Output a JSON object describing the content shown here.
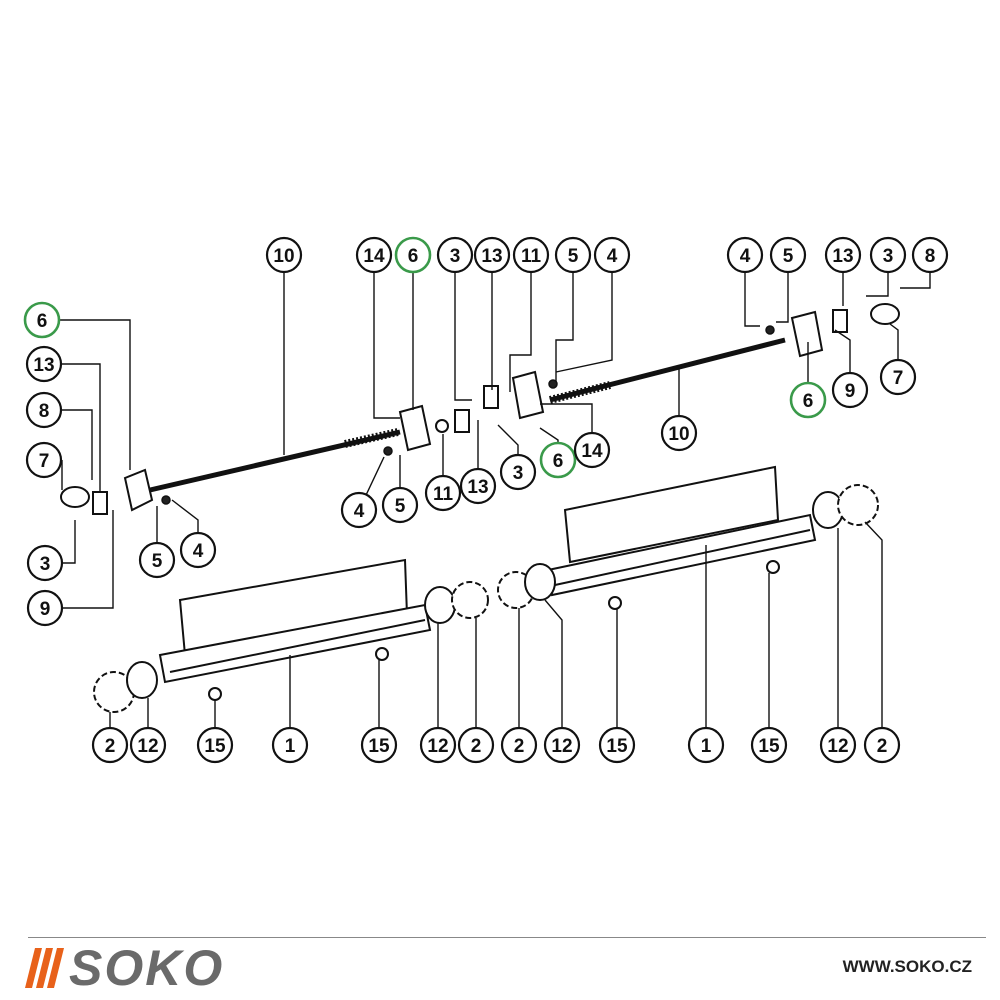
{
  "callouts": [
    {
      "text": "10"
    },
    {
      "text": "14"
    },
    {
      "text": "6"
    },
    {
      "text": "3"
    },
    {
      "text": "13"
    },
    {
      "text": "11"
    },
    {
      "text": "5"
    },
    {
      "text": "4"
    },
    {
      "text": "4"
    },
    {
      "text": "5"
    },
    {
      "text": "13"
    },
    {
      "text": "3"
    },
    {
      "text": "8"
    },
    {
      "text": "6"
    },
    {
      "text": "13"
    },
    {
      "text": "8"
    },
    {
      "text": "7"
    },
    {
      "text": "3"
    },
    {
      "text": "9"
    },
    {
      "text": "5"
    },
    {
      "text": "4"
    },
    {
      "text": "4"
    },
    {
      "text": "5"
    },
    {
      "text": "11"
    },
    {
      "text": "13"
    },
    {
      "text": "3"
    },
    {
      "text": "6"
    },
    {
      "text": "14"
    },
    {
      "text": "10"
    },
    {
      "text": "6"
    },
    {
      "text": "9"
    },
    {
      "text": "7"
    },
    {
      "text": "2"
    },
    {
      "text": "12"
    },
    {
      "text": "15"
    },
    {
      "text": "1"
    },
    {
      "text": "15"
    },
    {
      "text": "12"
    },
    {
      "text": "2"
    },
    {
      "text": "2"
    },
    {
      "text": "12"
    },
    {
      "text": "15"
    },
    {
      "text": "1"
    },
    {
      "text": "15"
    },
    {
      "text": "12"
    },
    {
      "text": "2"
    }
  ],
  "footer": {
    "brand": "SOKO",
    "url": "WWW.SOKO.CZ"
  }
}
